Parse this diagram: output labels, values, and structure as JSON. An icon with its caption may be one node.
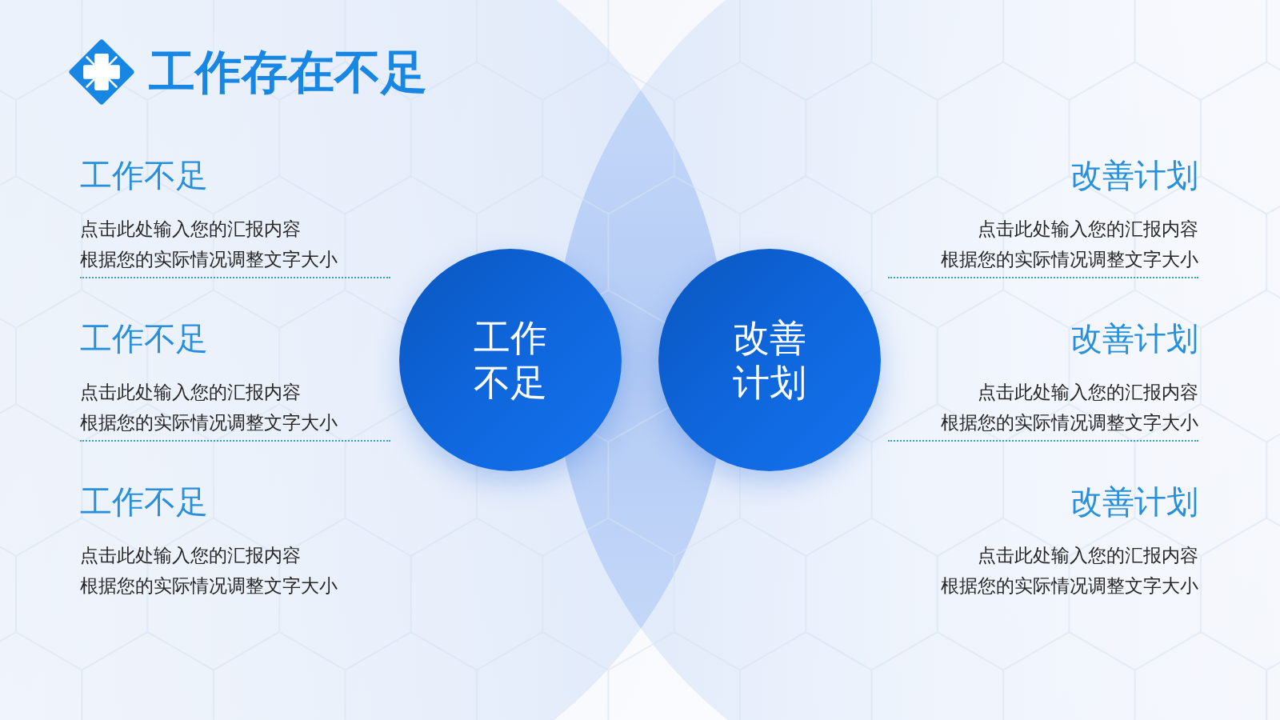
{
  "diagram": {
    "title": "工作存在不足",
    "nodes": [
      {
        "text": [
          "工作不足"
        ]
      },
      {
        "text": [
          "改善计划"
        ]
      }
    ],
    "labels": [
      "工作不足",
      "点击此处输入您的汇报内容",
      "根据您的实际情况调整文字大小",
      "工作不足",
      "点击此处输入您的汇报内容",
      "根据您的实际情况调整文字大小",
      "工作不足",
      "点击此处输入您的汇报内容",
      "根据您的实际情况调整文字大小",
      "改善计划",
      "点击此处输入您的汇报内容",
      "根据您的实际情况调整文字大小",
      "改善计划",
      "点击此处输入您的汇报内容",
      "根据您的实际情况调整文字大小",
      "改善计划",
      "点击此处输入您的汇报内容",
      "根据您的实际情况调整文字大小"
    ]
  }
}
